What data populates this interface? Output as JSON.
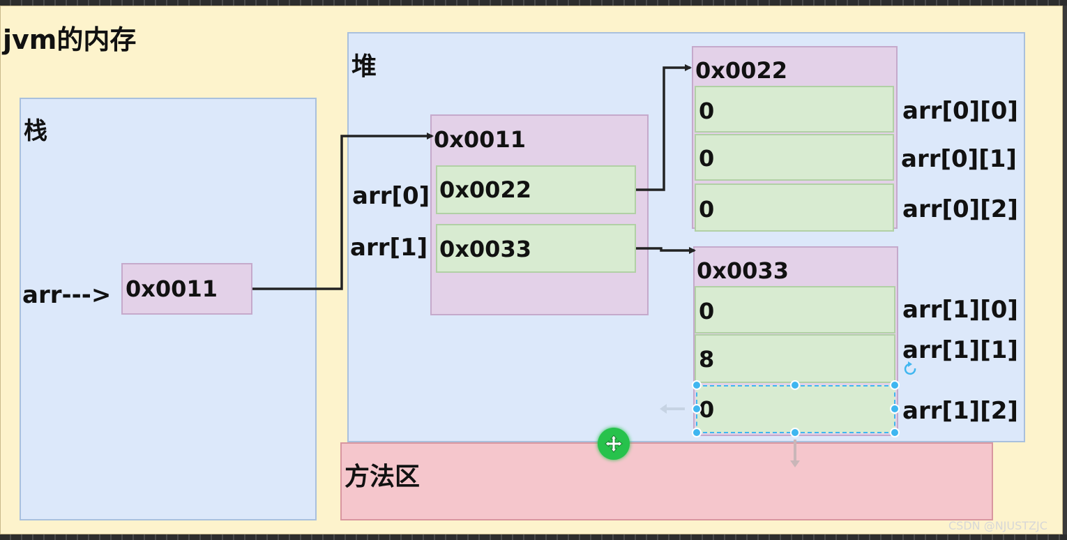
{
  "title": "jvm的内存",
  "stack": {
    "title": "栈",
    "var_label": "arr--->",
    "var_value": "0x0011"
  },
  "heap": {
    "title": "堆",
    "outer": {
      "address": "0x0011",
      "slots": [
        {
          "label": "arr[0]",
          "value": "0x0022"
        },
        {
          "label": "arr[1]",
          "value": "0x0033"
        }
      ]
    },
    "inner": [
      {
        "address": "0x0022",
        "cells": [
          {
            "value": "0",
            "label": "arr[0][0]"
          },
          {
            "value": "0",
            "label": "arr[0][1]"
          },
          {
            "value": "0",
            "label": "arr[0][2]"
          }
        ]
      },
      {
        "address": "0x0033",
        "cells": [
          {
            "value": "0",
            "label": "arr[1][0]"
          },
          {
            "value": "8",
            "label": "arr[1][1]"
          },
          {
            "value": "0",
            "label": "arr[1][2]"
          }
        ]
      }
    ]
  },
  "method_area": {
    "title": "方法区"
  },
  "watermark": "CSDN @NJUSTZJC",
  "colors": {
    "background": "#fdf3cc",
    "region_blue": "#dce8fa",
    "method_area": "#f5c6cc",
    "object_purple": "#e3d1e8",
    "cell_green": "#d8ebd1",
    "selection": "#3fb6f0",
    "cursor": "#27c24c"
  }
}
